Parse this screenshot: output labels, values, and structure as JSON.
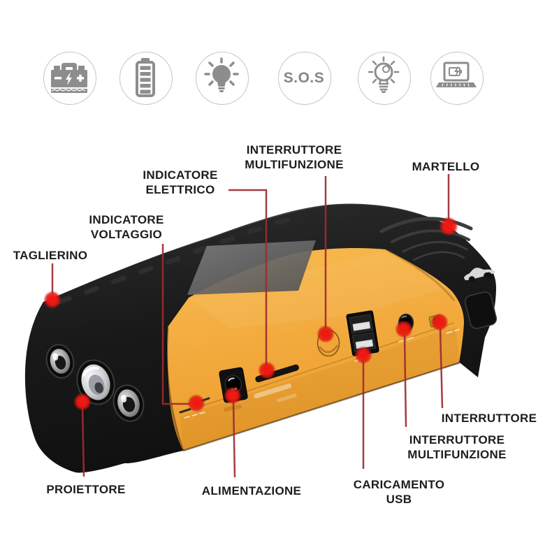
{
  "colors": {
    "body_yellow": "#f2a93c",
    "body_black": "#181818",
    "accent_red": "#ee1a12",
    "callout_line_red": "#9e2b30",
    "icon_gray": "#8d8d8d",
    "panel_gray": "#6d6d6d",
    "background": "#ffffff"
  },
  "icons": {
    "sos_text": "S.O.S",
    "names": [
      "car-battery-icon",
      "battery-level-icon",
      "flashlight-icon",
      "sos-icon",
      "bulb-rays-icon",
      "laptop-charging-icon"
    ]
  },
  "labels": {
    "multi_top": {
      "l1": "INTERRUTTORE",
      "l2": "MULTIFUNZIONE"
    },
    "martello": {
      "l1": "MARTELLO"
    },
    "elettrico": {
      "l1": "INDICATORE",
      "l2": "ELETTRICO"
    },
    "voltaggio": {
      "l1": "INDICATORE",
      "l2": "VOLTAGGIO"
    },
    "taglierino": {
      "l1": "TAGLIERINO"
    },
    "proiettore": {
      "l1": "PROIETTORE"
    },
    "alimentazione": {
      "l1": "ALIMENTAZIONE"
    },
    "caricamento": {
      "l1": "CARICAMENTO",
      "l2": "USB"
    },
    "multi_bottom": {
      "l1": "INTERRUTTORE",
      "l2": "MULTIFUNZIONE"
    },
    "interruttore": {
      "l1": "INTERRUTTORE"
    }
  }
}
